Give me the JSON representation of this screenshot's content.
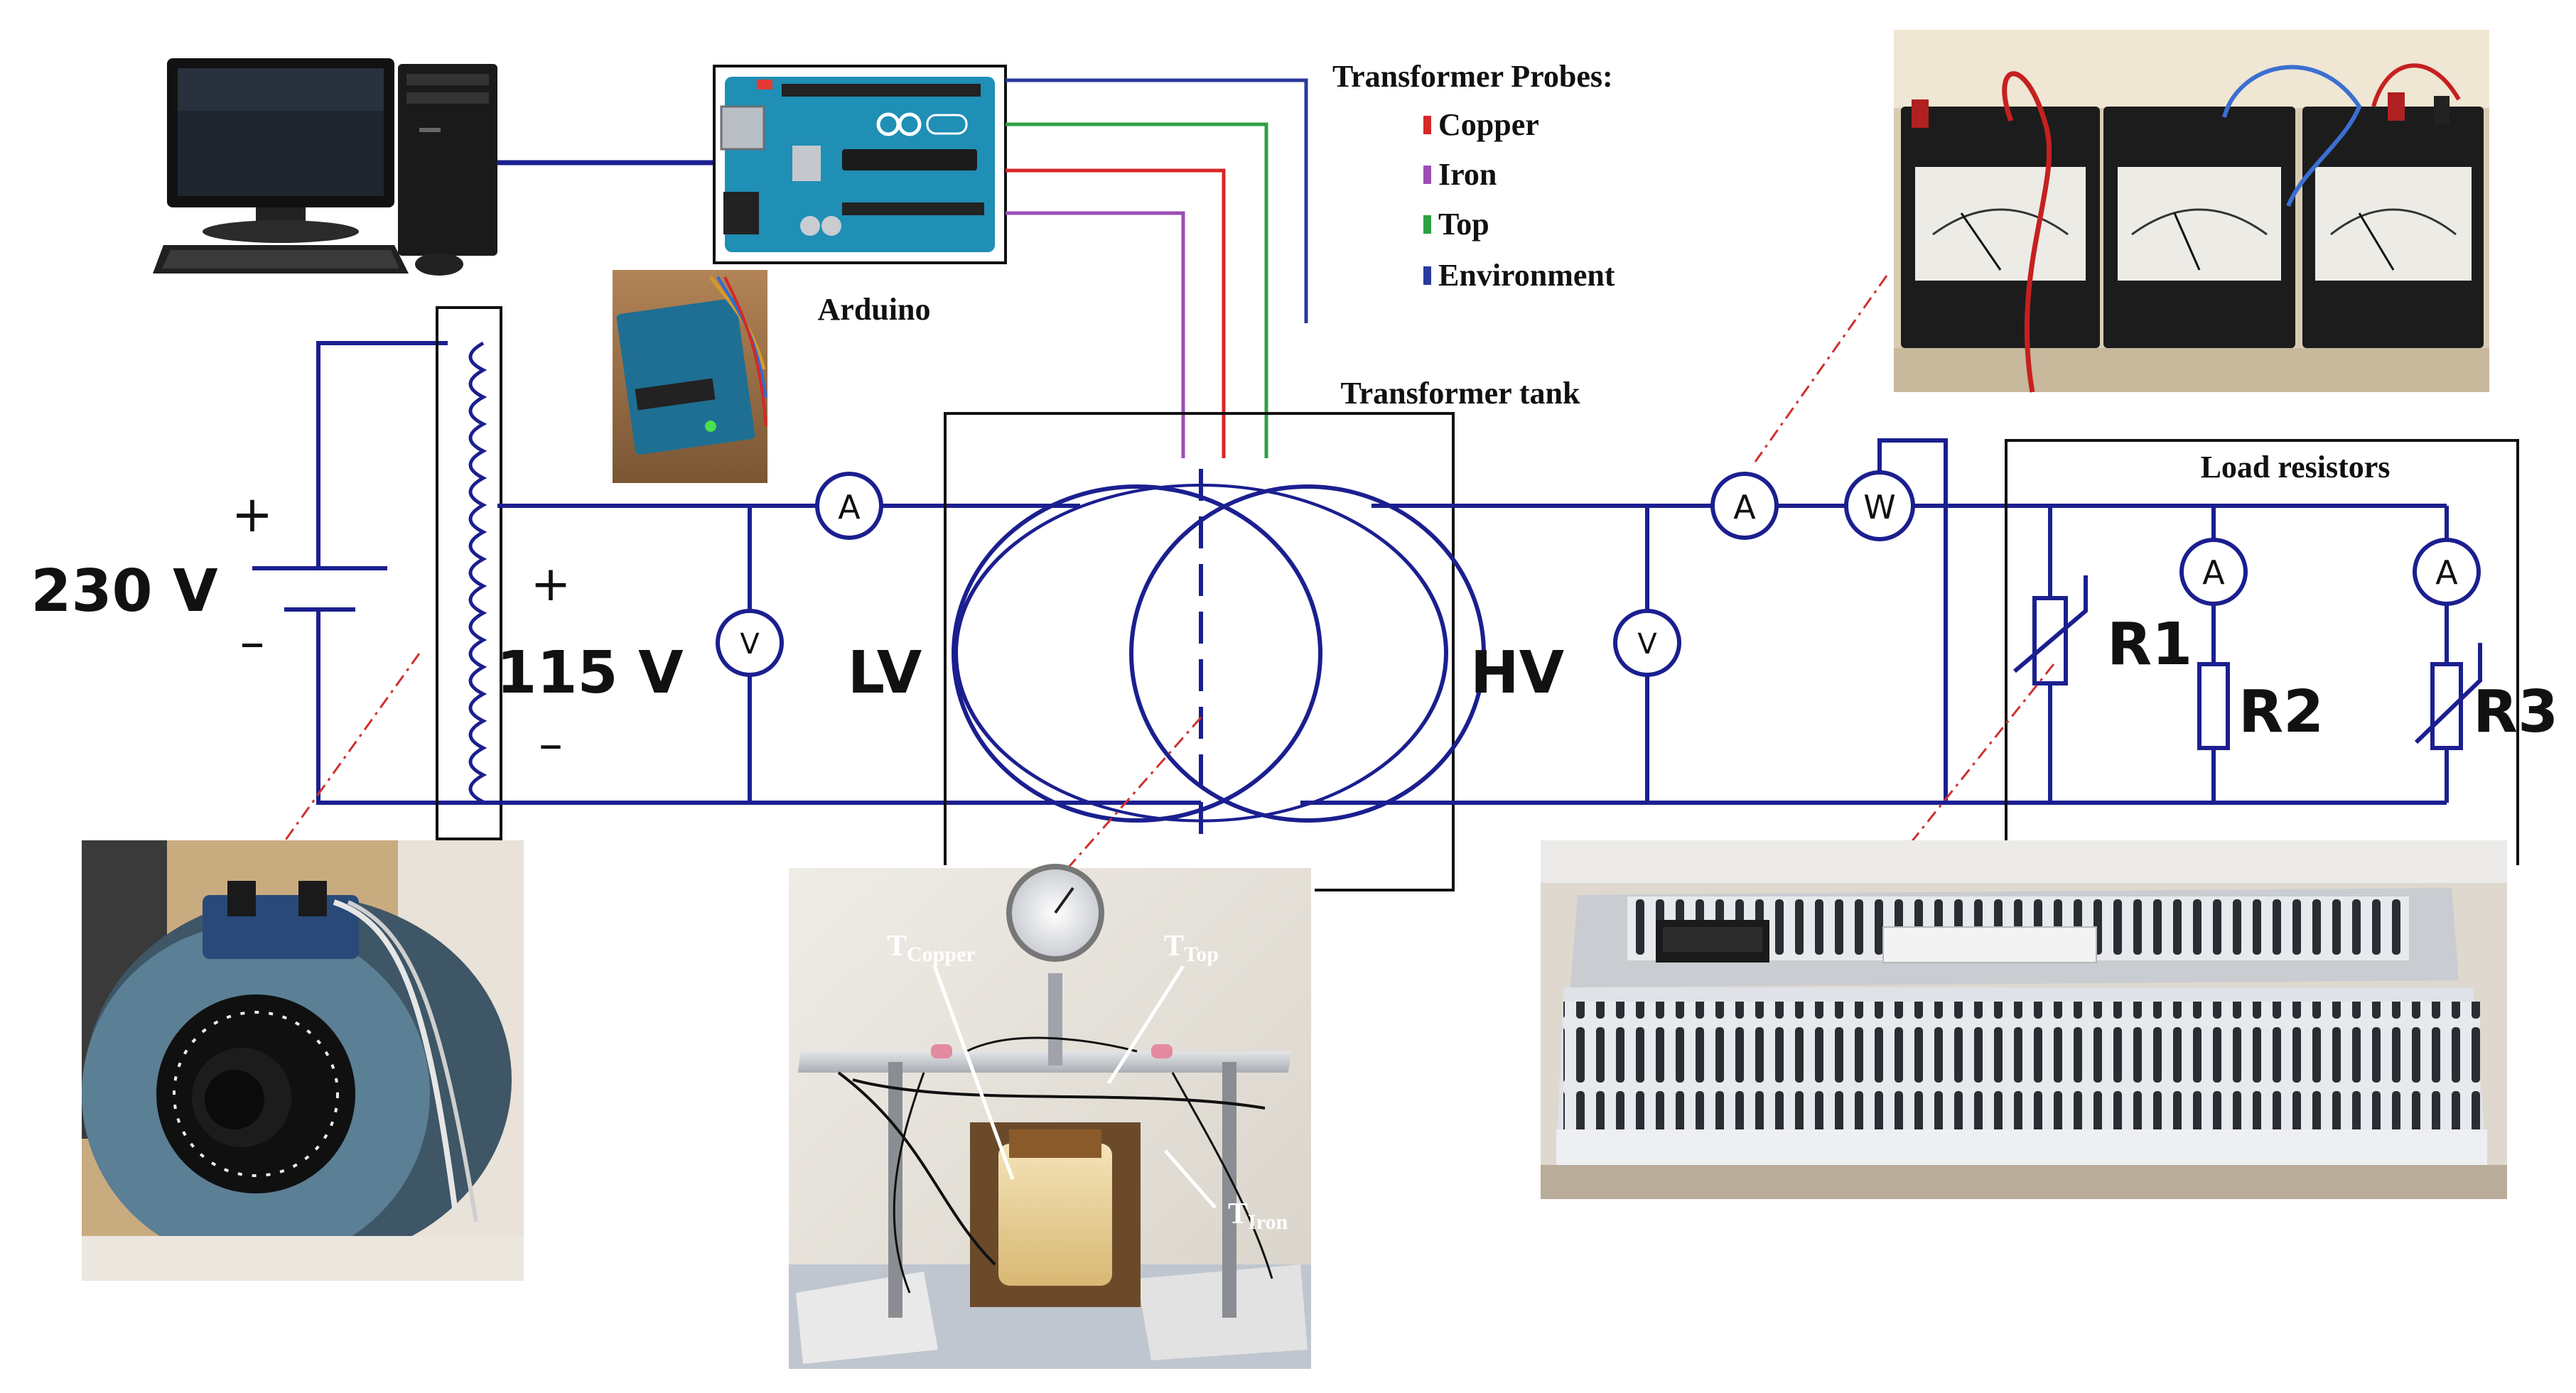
{
  "colors": {
    "wire": "#1b1f8f",
    "copper": "#d62828",
    "iron": "#9b4fb5",
    "top": "#2ea043",
    "environment": "#2b3a9e",
    "annotation": "#d03030",
    "photo_frame": "#555555"
  },
  "legend": {
    "title": "Transformer Probes:",
    "items": [
      {
        "label": "Copper",
        "color": "#d62828"
      },
      {
        "label": "Iron",
        "color": "#9b4fb5"
      },
      {
        "label": "Top",
        "color": "#2ea043"
      },
      {
        "label": "Environment",
        "color": "#2b3a9e"
      }
    ]
  },
  "labels": {
    "arduino": "Arduino",
    "tank": "Transformer tank",
    "load_resistors": "Load resistors",
    "source_voltage": "230 V",
    "variac_voltage": "115 V",
    "lv": "LV",
    "hv": "HV",
    "plus": "+",
    "minus": "–",
    "r1": "R1",
    "r2": "R2",
    "r3": "R3",
    "t_copper": "T",
    "t_copper_sub": "Copper",
    "t_top": "T",
    "t_top_sub": "Top",
    "t_iron": "T",
    "t_iron_sub": "Iron"
  },
  "meters": {
    "ammeter": "A",
    "voltmeter": "V",
    "wattmeter": "W"
  },
  "icons": [
    "desktop-computer-icon",
    "arduino-board-icon"
  ],
  "photos": [
    "arduino-photo",
    "analog-meters-photo",
    "variac-photo",
    "transformer-photo",
    "load-resistor-photo"
  ]
}
